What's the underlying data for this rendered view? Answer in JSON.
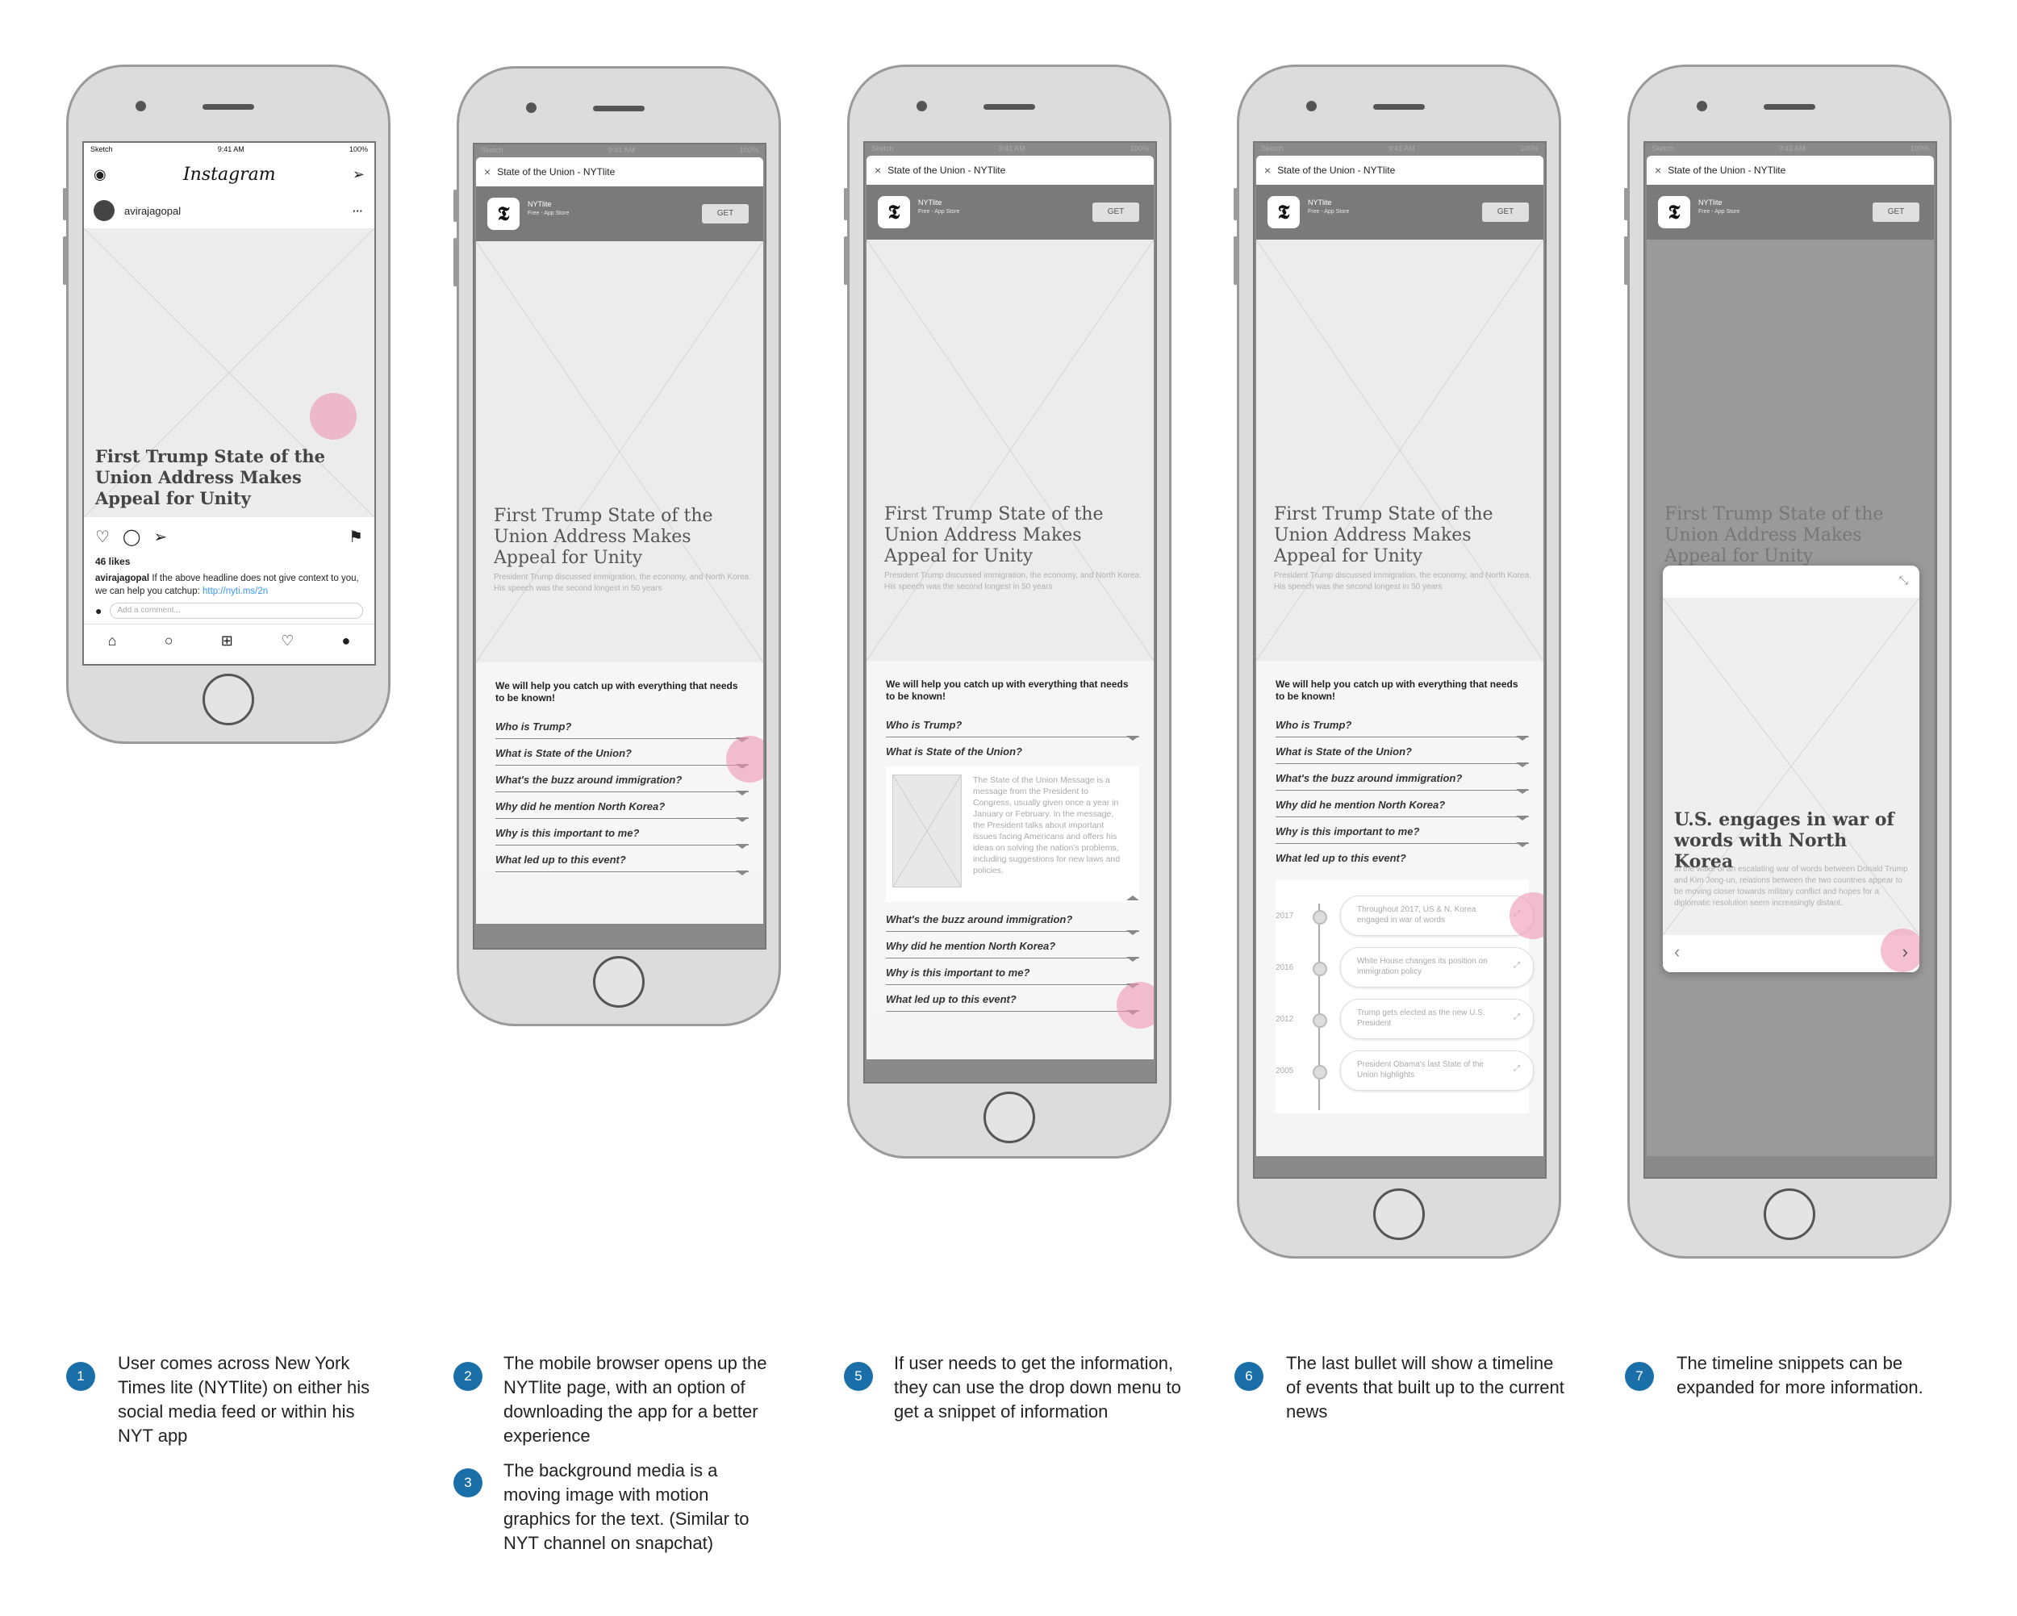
{
  "ig": {
    "carrier": "Sketch",
    "time": "9:41 AM",
    "battery": "100%",
    "logo": "Instagram",
    "username": "avirajagopal",
    "more": "···",
    "headline": "First Trump State of the Union Address Makes Appeal for Unity",
    "likes": "46 likes",
    "caption_user": "avirajagopal",
    "caption_text": "If the above headline does not give context to you, we can help you catchup:",
    "caption_link": "http://nyti.ms/2n",
    "comment_placeholder": "Add a comment..."
  },
  "browser": {
    "tab_title": "State of the Union - NYTlite",
    "close": "×",
    "app_name": "NYTlite",
    "app_sub": "Free - App Store",
    "get_button": "GET",
    "logo_glyph": "𝕿"
  },
  "article": {
    "headline": "First Trump State of the Union Address Makes Appeal for Unity",
    "dek": "President Trump discussed immigration, the economy, and North Korea. His speech was the second longest in 50 years",
    "intro": "We will help you catch up with everything that needs to be known!",
    "questions": [
      "Who is Trump?",
      "What is State of the Union?",
      "What's the buzz around immigration?",
      "Why did he mention North Korea?",
      "Why is this important to me?",
      "What led up to this event?"
    ],
    "expanded_text": "The State of the Union Message is a message from the President to Congress, usually given once a year in January or February. In the message, the President talks about important issues facing Americans and offers his ideas on solving the nation's problems, including suggestions for new laws and policies."
  },
  "timeline": [
    {
      "year": "2017",
      "text": "Throughout 2017, US & N. Korea engaged in war of words"
    },
    {
      "year": "2016",
      "text": "White House changes its position on immigration policy"
    },
    {
      "year": "2012",
      "text": "Trump gets elected as the new U.S. President"
    },
    {
      "year": "2005",
      "text": "President Obama's last State of the Union highlights"
    }
  ],
  "modal": {
    "headline": "U.S. engages in war of words with North Korea",
    "body": "In the wake of an escalating war of words between Donald Trump and Kim Jong-un, relations between the two countries appear to be moving closer towards military conflict and hopes for a diplomatic resolution seem increasingly distant.",
    "prev": "‹",
    "next": "›",
    "collapse": "⤡"
  },
  "captions": [
    {
      "num": "1",
      "text": "User comes across New York Times lite (NYTlite) on either his social media feed or within his NYT app"
    },
    {
      "num": "2",
      "text": "The mobile browser opens up the NYTlite page, with an option of downloading the app for a better experience"
    },
    {
      "num": "3",
      "text": "The background media is a moving image with motion graphics for the text. (Similar to NYT channel on snapchat)"
    },
    {
      "num": "5",
      "text": "If user needs to get the information, they can use the drop down menu to get a snippet of information"
    },
    {
      "num": "6",
      "text": "The last bullet will show a timeline of events that built up to the current news"
    },
    {
      "num": "7",
      "text": "The timeline snippets can be expanded for more information."
    }
  ],
  "colors": {
    "accent_blue": "#1a6fa8",
    "touch_pink": "#ec96b4"
  }
}
